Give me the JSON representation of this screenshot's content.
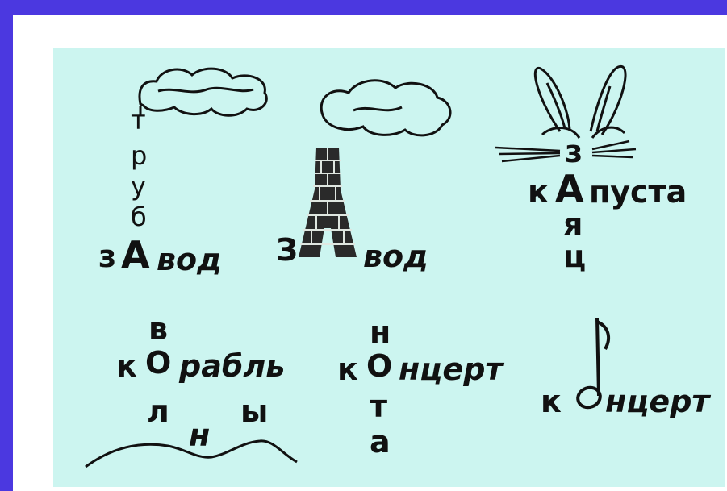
{
  "puzzles": {
    "p1": {
      "vertical": [
        "т",
        "р",
        "у",
        "б"
      ],
      "prefix": "з",
      "letter": "А",
      "suffix": "вод"
    },
    "p2": {
      "prefix": "З",
      "suffix": "вод"
    },
    "p3": {
      "top": "з",
      "left": "к",
      "letter": "А",
      "suffix": "пуста",
      "bottom": [
        "я",
        "ц"
      ]
    },
    "p4": {
      "top": "в",
      "left": "к",
      "letter": "О",
      "suffix": "рабль",
      "wave_left": "л",
      "wave_mid": "н",
      "wave_right": "ы"
    },
    "p5": {
      "top": "н",
      "left": "к",
      "letter": "О",
      "suffix": "нцерт",
      "bottom": [
        "т",
        "а"
      ]
    },
    "p6": {
      "left": "к",
      "suffix": "нцерт"
    }
  },
  "colors": {
    "frame": "#4b38e0",
    "slide": "#ffffff",
    "panel": "#ccf5f0",
    "ink": "#111111"
  }
}
